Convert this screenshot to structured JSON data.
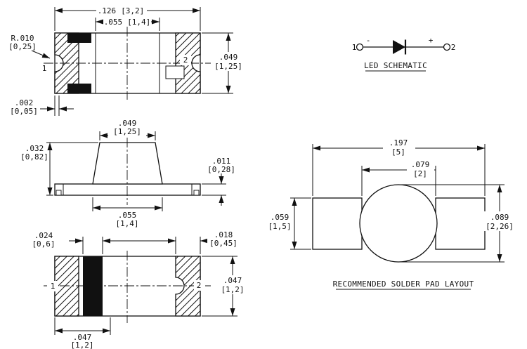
{
  "drawing": {
    "top_view": {
      "pin1": "1",
      "pin2": "2",
      "dim_width": {
        "in": ".126",
        "mm": "[3,2]"
      },
      "dim_lens": {
        "in": ".055",
        "mm": "[1,4]"
      },
      "dim_depth": {
        "in": ".049",
        "mm": "[1,25]"
      },
      "dim_radius": {
        "in": "R.010",
        "mm": "[0,25]"
      },
      "dim_offset": {
        "in": ".002",
        "mm": "[0,05]"
      }
    },
    "side_view": {
      "dim_lens_top": {
        "in": ".049",
        "mm": "[1,25]"
      },
      "dim_height": {
        "in": ".032",
        "mm": "[0,82]"
      },
      "dim_base": {
        "in": ".011",
        "mm": "[0,28]"
      },
      "dim_lens_bottom": {
        "in": ".055",
        "mm": "[1,4]"
      }
    },
    "bottom_view": {
      "pin1": "1",
      "pin2": "2",
      "dim_cathode_mark": {
        "in": ".024",
        "mm": "[0,6]"
      },
      "dim_terminal": {
        "in": ".018",
        "mm": "[0,45]"
      },
      "dim_depth": {
        "in": ".047",
        "mm": "[1,2]"
      },
      "dim_terminal_span": {
        "in": ".047",
        "mm": "[1,2]"
      }
    },
    "schematic": {
      "title": "LED SCHEMATIC",
      "pin1": "1",
      "pin2": "2",
      "minus": "-",
      "plus": "+"
    },
    "pad_layout": {
      "title": "RECOMMENDED SOLDER PAD LAYOUT",
      "dim_overall": {
        "in": ".197",
        "mm": "[5]"
      },
      "dim_gap": {
        "in": ".079",
        "mm": "[2]"
      },
      "dim_pad_height": {
        "in": ".059",
        "mm": "[1,5]"
      },
      "dim_circle": {
        "in": ".089",
        "mm": "[2,26]"
      }
    },
    "colors": {
      "line": "#111111",
      "background": "#ffffff"
    }
  }
}
